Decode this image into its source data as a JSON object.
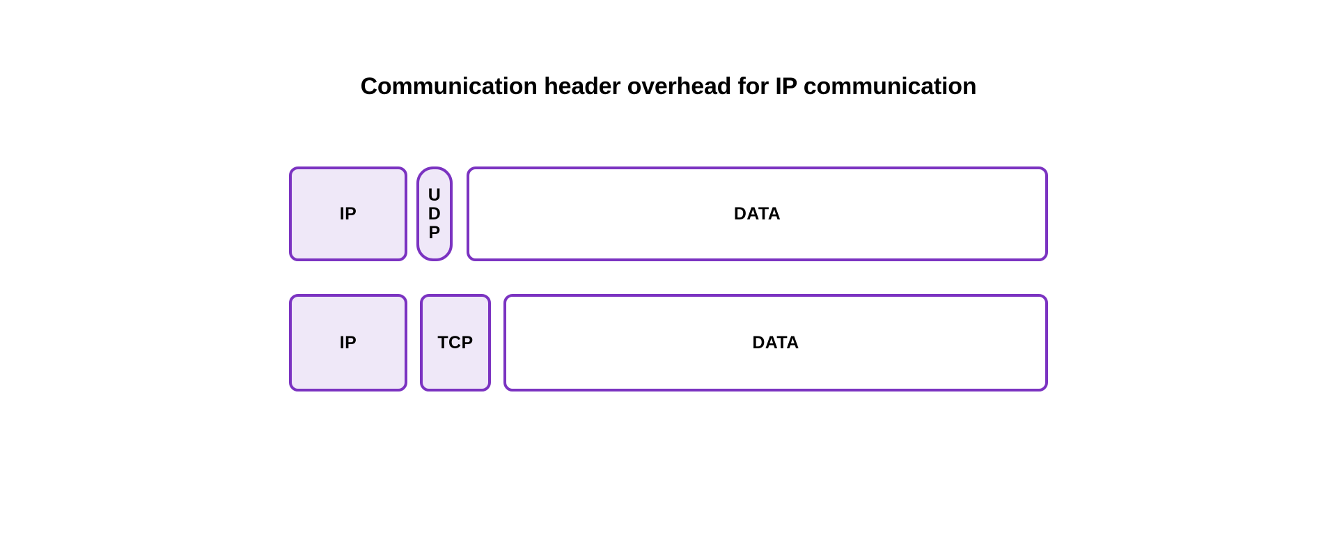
{
  "diagram": {
    "title": "Communication header overhead for IP communication",
    "background_color": "#ffffff",
    "border_color": "#7b33c1",
    "header_fill_color": "#efe8f8",
    "payload_fill_color": "#ffffff",
    "text_color": "#000000",
    "rows": [
      {
        "name": "udp-packet",
        "segments": [
          {
            "name": "ip-header",
            "label": "IP",
            "style": "header"
          },
          {
            "name": "udp-header",
            "label": "UDP",
            "style": "header",
            "orientation": "vertical",
            "letters": [
              "U",
              "D",
              "P"
            ]
          },
          {
            "name": "data-payload",
            "label": "DATA",
            "style": "payload"
          }
        ]
      },
      {
        "name": "tcp-packet",
        "segments": [
          {
            "name": "ip-header",
            "label": "IP",
            "style": "header"
          },
          {
            "name": "tcp-header",
            "label": "TCP",
            "style": "header",
            "orientation": "horizontal"
          },
          {
            "name": "data-payload",
            "label": "DATA",
            "style": "payload"
          }
        ]
      }
    ]
  }
}
